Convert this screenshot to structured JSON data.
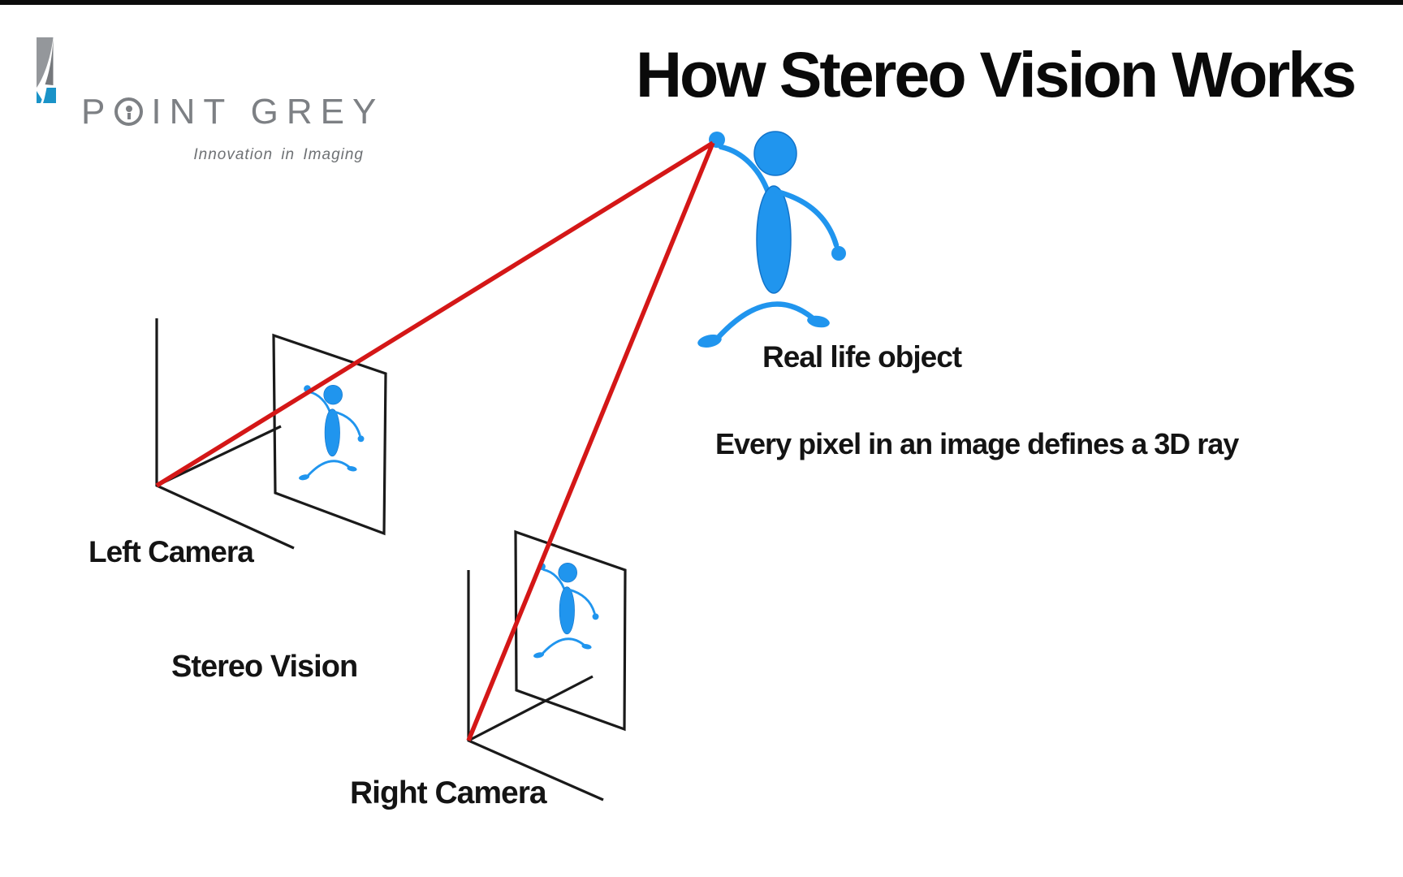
{
  "brand": {
    "logo_pre_o": "P",
    "logo_post_o": "INT GREY",
    "tagline": "Innovation in Imaging",
    "text_grey": "#7d8084",
    "logo_blue": "#1a93c8"
  },
  "title": "How Stereo Vision Works",
  "labels": {
    "real_life_object": "Real life object",
    "every_pixel": "Every pixel in an image defines a 3D ray",
    "left_camera": "Left Camera",
    "stereo_vision": "Stereo Vision",
    "right_camera": "Right Camera"
  },
  "colors": {
    "figure_blue": "#2095ee",
    "ray_red": "#d41717",
    "line_black": "#1a1a1a",
    "text_black": "#141414"
  },
  "icons": {
    "logo_mark": "point-grey-sail-logo-icon",
    "real_object": "stick-person-figure",
    "camera_axes": "3d-axes-corner",
    "image_plane": "image-plane-parallelogram",
    "ray": "3d-ray-line"
  }
}
